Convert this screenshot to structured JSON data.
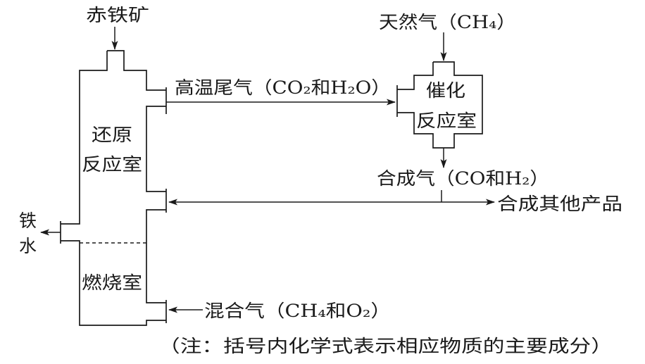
{
  "colors": {
    "ink": "#1a1a1a",
    "background": "#ffffff"
  },
  "labels": {
    "ore": "赤铁矿",
    "natural_gas": "天然气（CH₄）",
    "tail_gas": "高温尾气（CO₂和H₂O）",
    "catalytic_room_line1": "催化",
    "catalytic_room_line2": "反应室",
    "reduction_room_line1": "还原",
    "reduction_room_line2": "反应室",
    "syngas": "合成气（CO和H₂）",
    "other_products": "合成其他产品",
    "molten_iron_line1": "铁",
    "molten_iron_line2": "水",
    "combustion_room": "燃烧室",
    "mixed_gas": "混合气（CH₄和O₂）",
    "note": "（注：括号内化学式表示相应物质的主要成分）"
  }
}
